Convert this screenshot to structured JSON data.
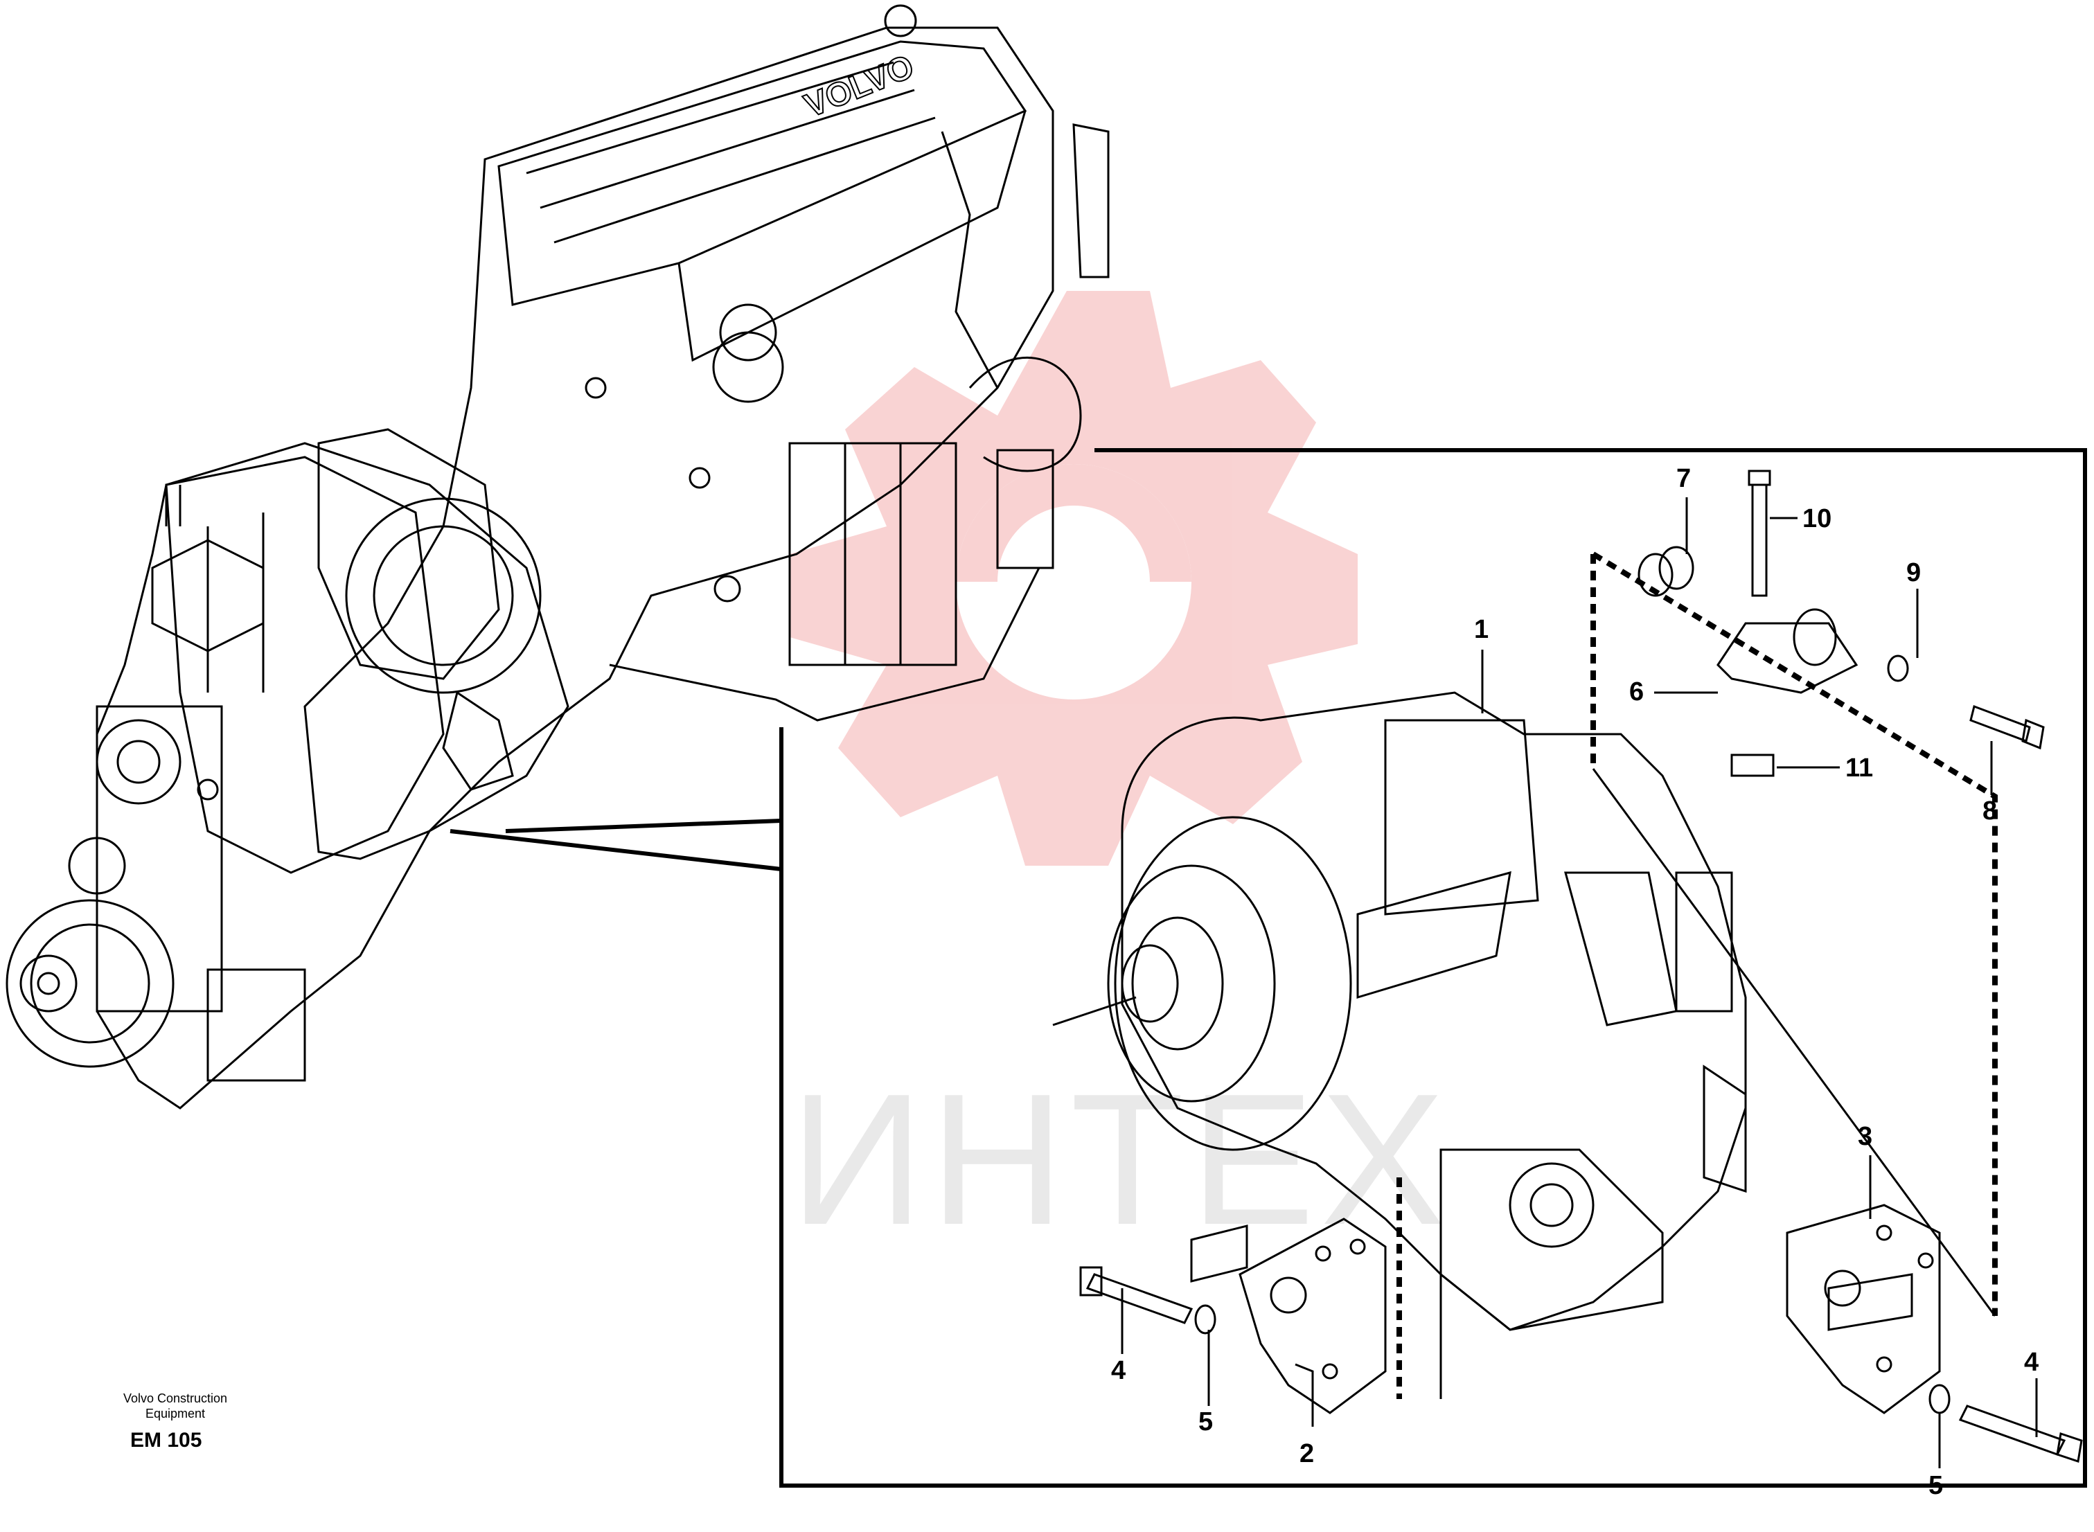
{
  "watermark": {
    "text": "ИНТЕХ",
    "color": "#f5b5b5"
  },
  "engine_label": "VOLVO",
  "caption": {
    "line1": "Volvo Construction",
    "line2": "Equipment",
    "doc_id": "EM 105"
  },
  "callouts": [
    {
      "id": "1",
      "text": "1"
    },
    {
      "id": "2",
      "text": "2"
    },
    {
      "id": "3",
      "text": "3"
    },
    {
      "id": "4a",
      "text": "4"
    },
    {
      "id": "4b",
      "text": "4"
    },
    {
      "id": "5a",
      "text": "5"
    },
    {
      "id": "5b",
      "text": "5"
    },
    {
      "id": "6",
      "text": "6"
    },
    {
      "id": "7",
      "text": "7"
    },
    {
      "id": "8",
      "text": "8"
    },
    {
      "id": "9",
      "text": "9"
    },
    {
      "id": "10",
      "text": "10"
    },
    {
      "id": "11",
      "text": "11"
    }
  ]
}
